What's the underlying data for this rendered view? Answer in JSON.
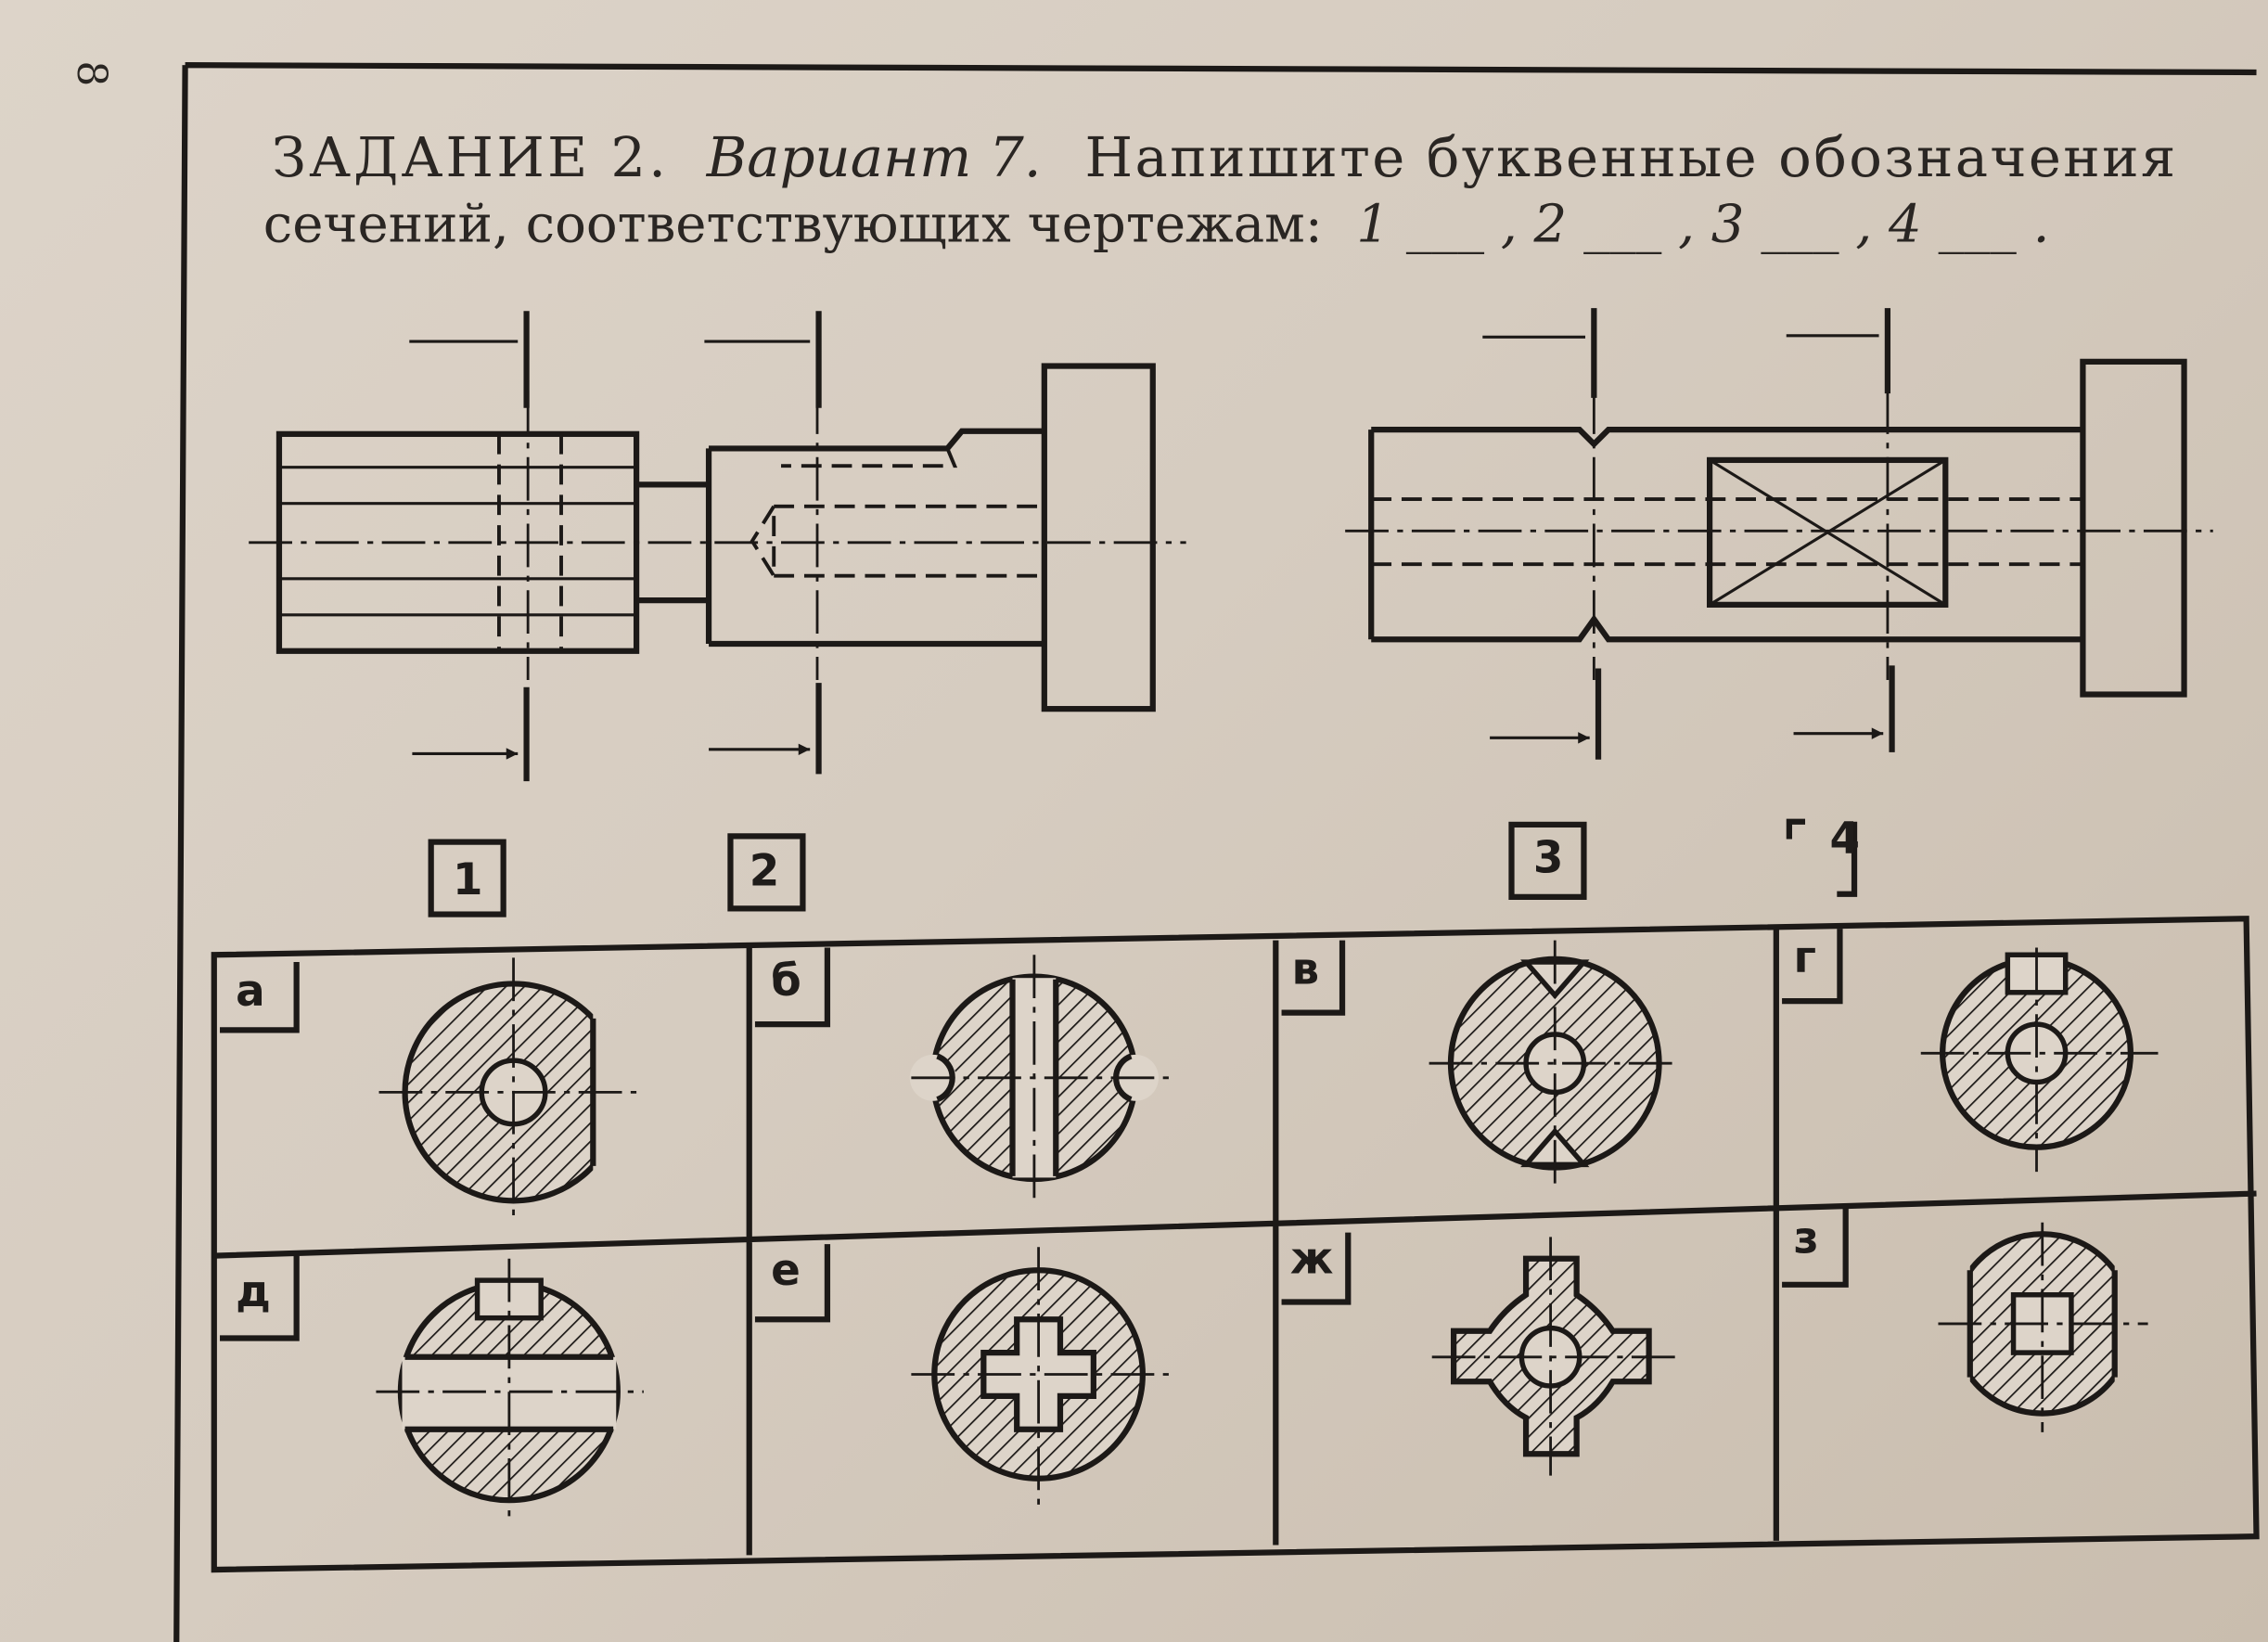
{
  "page_number": "8",
  "task": {
    "heading": "ЗАДАНИЕ 2.",
    "variant": "Вариант 7.",
    "instruction_line1": "Напишите буквенные обозначения",
    "instruction_line2": "сечений, соответствующих чертежам:",
    "answer_blanks": "1 ___ , 2 ___ , 3 ___ , 4 ___ ."
  },
  "cutting_planes": [
    {
      "label": "1"
    },
    {
      "label": "2"
    },
    {
      "label": "3"
    },
    {
      "label": "4"
    }
  ],
  "sections": [
    {
      "label": "а"
    },
    {
      "label": "б"
    },
    {
      "label": "в"
    },
    {
      "label": "г"
    },
    {
      "label": "д"
    },
    {
      "label": "е"
    },
    {
      "label": "ж"
    },
    {
      "label": "з"
    }
  ]
}
